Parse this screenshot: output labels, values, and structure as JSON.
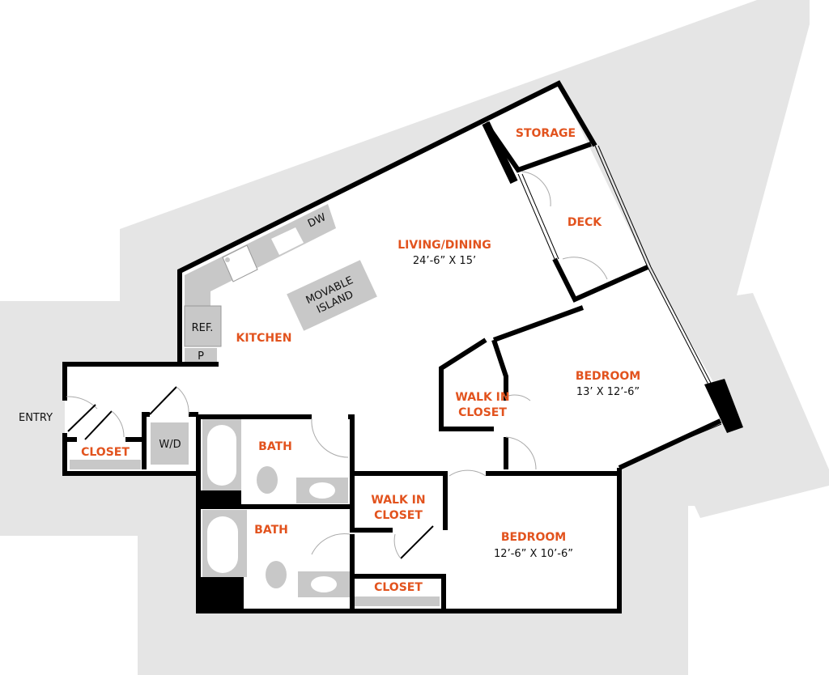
{
  "colors": {
    "label": "#e2531e",
    "site": "#e5e5e5",
    "fixture": "#c8c8c8",
    "wall": "#000000"
  },
  "rooms": {
    "living": {
      "name": "LIVING/DINING",
      "dim": "24’-6” X 15’"
    },
    "kitchen": {
      "name": "KITCHEN"
    },
    "storage": {
      "name": "STORAGE"
    },
    "deck": {
      "name": "DECK"
    },
    "bedroom1": {
      "name": "BEDROOM",
      "dim": "13’ X 12’-6”"
    },
    "bedroom2": {
      "name": "BEDROOM",
      "dim": "12’-6” X 10’-6”"
    },
    "walkin1": {
      "line1": "WALK IN",
      "line2": "CLOSET"
    },
    "walkin2": {
      "line1": "WALK IN",
      "line2": "CLOSET"
    },
    "bath1": {
      "name": "BATH"
    },
    "bath2": {
      "name": "BATH"
    },
    "closet_entry": {
      "name": "CLOSET"
    },
    "closet_bed": {
      "name": "CLOSET"
    }
  },
  "fixtures": {
    "ref": "REF.",
    "pantry": "P",
    "dw": "DW",
    "wd": "W/D",
    "island1": "MOVABLE",
    "island2": "ISLAND"
  },
  "entry": "ENTRY"
}
